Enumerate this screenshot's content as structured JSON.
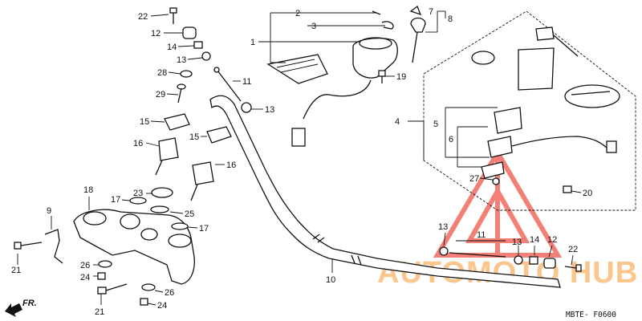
{
  "diagram": {
    "code": "MBTE- F0600",
    "front_label": "FR.",
    "watermark": {
      "text": "AUTOMOTO HUB",
      "color": "#f26a60"
    },
    "callouts": [
      {
        "id": "c22a",
        "text": "22"
      },
      {
        "id": "c12a",
        "text": "12"
      },
      {
        "id": "c14a",
        "text": "14"
      },
      {
        "id": "c13a",
        "text": "13"
      },
      {
        "id": "c28",
        "text": "28"
      },
      {
        "id": "c29",
        "text": "29"
      },
      {
        "id": "c11a",
        "text": "11"
      },
      {
        "id": "c13b",
        "text": "13"
      },
      {
        "id": "c15a",
        "text": "15"
      },
      {
        "id": "c16a",
        "text": "16"
      },
      {
        "id": "c15b",
        "text": "15"
      },
      {
        "id": "c16b",
        "text": "16"
      },
      {
        "id": "c2",
        "text": "2"
      },
      {
        "id": "c3",
        "text": "3"
      },
      {
        "id": "c1",
        "text": "1"
      },
      {
        "id": "c19",
        "text": "19"
      },
      {
        "id": "c7",
        "text": "7"
      },
      {
        "id": "c8",
        "text": "8"
      },
      {
        "id": "c4",
        "text": "4"
      },
      {
        "id": "c5",
        "text": "5"
      },
      {
        "id": "c6",
        "text": "6"
      },
      {
        "id": "c27",
        "text": "27"
      },
      {
        "id": "c20",
        "text": "20"
      },
      {
        "id": "c18",
        "text": "18"
      },
      {
        "id": "c9",
        "text": "9"
      },
      {
        "id": "c23",
        "text": "23"
      },
      {
        "id": "c17a",
        "text": "17"
      },
      {
        "id": "c25",
        "text": "25"
      },
      {
        "id": "c17b",
        "text": "17"
      },
      {
        "id": "c21a",
        "text": "21"
      },
      {
        "id": "c26a",
        "text": "26"
      },
      {
        "id": "c24a",
        "text": "24"
      },
      {
        "id": "c21b",
        "text": "21"
      },
      {
        "id": "c26b",
        "text": "26"
      },
      {
        "id": "c24b",
        "text": "24"
      },
      {
        "id": "c10",
        "text": "10"
      },
      {
        "id": "c13c",
        "text": "13"
      },
      {
        "id": "c11b",
        "text": "11"
      },
      {
        "id": "c13d",
        "text": "13"
      },
      {
        "id": "c14b",
        "text": "14"
      },
      {
        "id": "c12b",
        "text": "12"
      },
      {
        "id": "c22b",
        "text": "22"
      }
    ]
  }
}
